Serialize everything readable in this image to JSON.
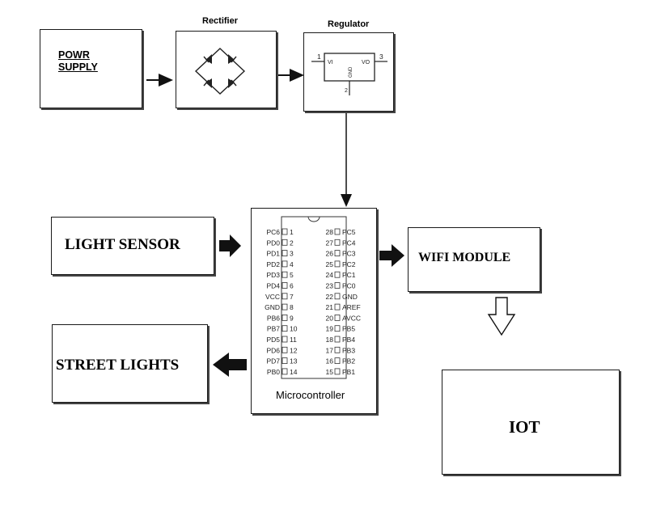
{
  "blocks": {
    "power_supply": {
      "line1": "POWR",
      "line2": "SUPPLY"
    },
    "rectifier": {
      "title": "Rectifier"
    },
    "regulator": {
      "title": "Regulator",
      "pin_in_num": "1",
      "pin_in": "VI",
      "pin_out": "VO",
      "pin_out_num": "3",
      "pin_gnd": "GND",
      "pin_gnd_num": "2"
    },
    "light_sensor": {
      "label": "LIGHT SENSOR"
    },
    "microcontroller": {
      "label": "Microcontroller"
    },
    "wifi_module": {
      "label": "WIFI MODULE"
    },
    "street_lights": {
      "label": "STREET LIGHTS"
    },
    "iot": {
      "label": "IOT"
    }
  },
  "mcu_pins": {
    "left": [
      {
        "name": "PC6",
        "num": "1"
      },
      {
        "name": "PD0",
        "num": "2"
      },
      {
        "name": "PD1",
        "num": "3"
      },
      {
        "name": "PD2",
        "num": "4"
      },
      {
        "name": "PD3",
        "num": "5"
      },
      {
        "name": "PD4",
        "num": "6"
      },
      {
        "name": "VCC",
        "num": "7"
      },
      {
        "name": "GND",
        "num": "8"
      },
      {
        "name": "PB6",
        "num": "9"
      },
      {
        "name": "PB7",
        "num": "10"
      },
      {
        "name": "PD5",
        "num": "11"
      },
      {
        "name": "PD6",
        "num": "12"
      },
      {
        "name": "PD7",
        "num": "13"
      },
      {
        "name": "PB0",
        "num": "14"
      }
    ],
    "right": [
      {
        "name": "PC5",
        "num": "28"
      },
      {
        "name": "PC4",
        "num": "27"
      },
      {
        "name": "PC3",
        "num": "26"
      },
      {
        "name": "PC2",
        "num": "25"
      },
      {
        "name": "PC1",
        "num": "24"
      },
      {
        "name": "PC0",
        "num": "23"
      },
      {
        "name": "GND",
        "num": "22"
      },
      {
        "name": "AREF",
        "num": "21"
      },
      {
        "name": "AVCC",
        "num": "20"
      },
      {
        "name": "PB5",
        "num": "19"
      },
      {
        "name": "PB4",
        "num": "18"
      },
      {
        "name": "PB3",
        "num": "17"
      },
      {
        "name": "PB2",
        "num": "16"
      },
      {
        "name": "PB1",
        "num": "15"
      }
    ]
  }
}
